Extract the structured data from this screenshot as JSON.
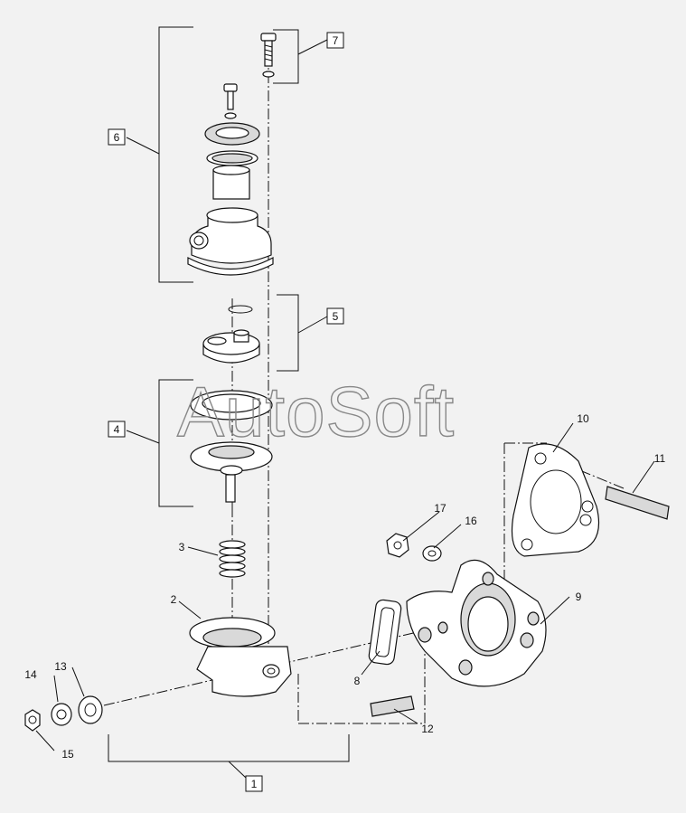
{
  "watermark": "AutoSoft",
  "callouts": {
    "c1": "1",
    "c2": "2",
    "c3": "3",
    "c4": "4",
    "c5": "5",
    "c6": "6",
    "c7": "7",
    "c8": "8",
    "c9": "9",
    "c10": "10",
    "c11": "11",
    "c12": "12",
    "c13": "13",
    "c14": "14",
    "c15": "15",
    "c16": "16",
    "c17": "17"
  }
}
